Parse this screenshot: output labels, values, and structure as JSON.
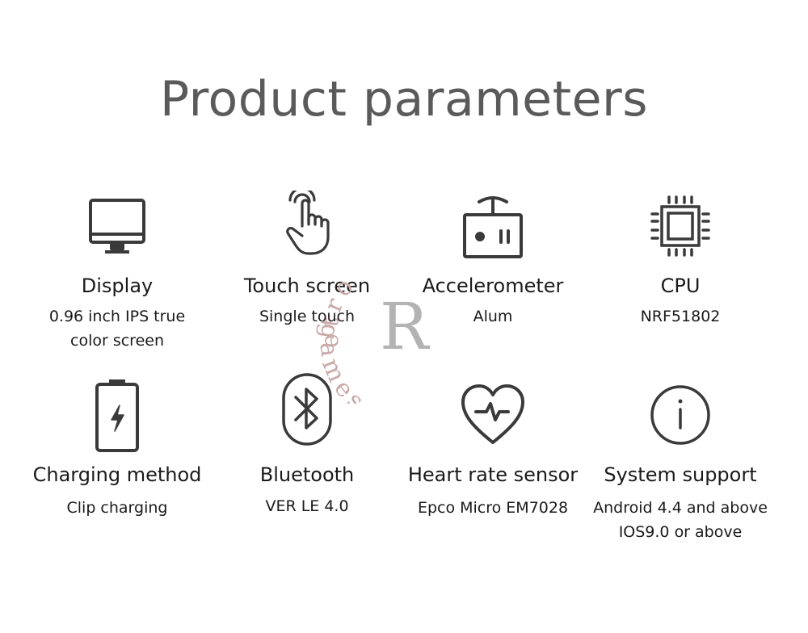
{
  "page": {
    "title": "Product parameters",
    "accent_color": "#5a5a5a",
    "icon_color": "#3a3a3a",
    "watermark_color": "#c9a9a9"
  },
  "watermark": {
    "top_text": "etro",
    "bottom_text": "games",
    "letter": "R"
  },
  "params": [
    {
      "icon": "monitor-icon",
      "label": "Display",
      "lines": [
        "0.96 inch IPS true",
        "color screen"
      ]
    },
    {
      "icon": "touch-hand-icon",
      "label": "Touch screen",
      "lines": [
        "Single touch"
      ]
    },
    {
      "icon": "accelerometer-icon",
      "label": "Accelerometer",
      "lines": [
        "Alum"
      ]
    },
    {
      "icon": "cpu-chip-icon",
      "label": "CPU",
      "lines": [
        "NRF51802"
      ]
    },
    {
      "icon": "battery-charging-icon",
      "label": "Charging method",
      "lines": [
        "Clip charging"
      ]
    },
    {
      "icon": "bluetooth-icon",
      "label": "Bluetooth",
      "lines": [
        "VER LE 4.0"
      ]
    },
    {
      "icon": "heart-rate-icon",
      "label": "Heart rate sensor",
      "lines": [
        "Epco Micro EM7028"
      ]
    },
    {
      "icon": "info-icon",
      "label": "System support",
      "lines": [
        "Android 4.4 and above",
        "IOS9.0 or above"
      ]
    }
  ]
}
